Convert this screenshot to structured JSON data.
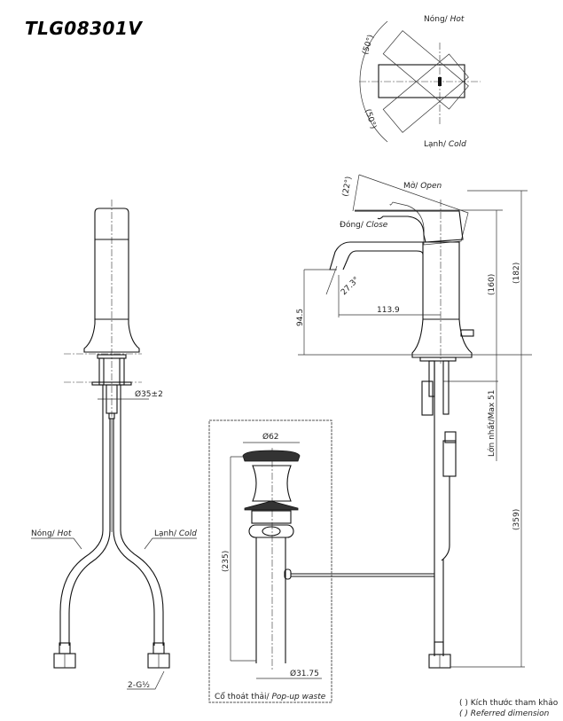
{
  "title": "TLG08301V",
  "top_view": {
    "hot_label": "Nóng/",
    "hot_label_en": "Hot",
    "cold_label": "Lạnh/",
    "cold_label_en": "Cold",
    "angle_hot": "(50°)",
    "angle_cold": "(50°)"
  },
  "front_view": {
    "diameter": "Ø35±2",
    "hot_label": "Nóng/",
    "hot_label_en": "Hot",
    "cold_label": "Lạnh/",
    "cold_label_en": "Cold",
    "thread": "2-G½"
  },
  "side_view": {
    "open_label": "Mở/",
    "open_label_en": "Open",
    "close_label": "Đóng/",
    "close_label_en": "Close",
    "handle_angle": "(22°)",
    "spout_angle": "27.3°",
    "spout_height": "94.5",
    "spout_reach": "113.9",
    "height_160": "(160)",
    "height_182": "(182)",
    "max_thickness": "Lớn nhất/Max 51",
    "hose_length": "(359)"
  },
  "popup_waste": {
    "top_diameter": "Ø62",
    "length": "(235)",
    "pipe_diameter": "Ø31.75",
    "label": "Cổ thoát thải/",
    "label_en": "Pop-up waste"
  },
  "notes": {
    "reference_vi": "( ) Kích thước tham khảo",
    "reference_en": "( ) Referred dimension"
  }
}
